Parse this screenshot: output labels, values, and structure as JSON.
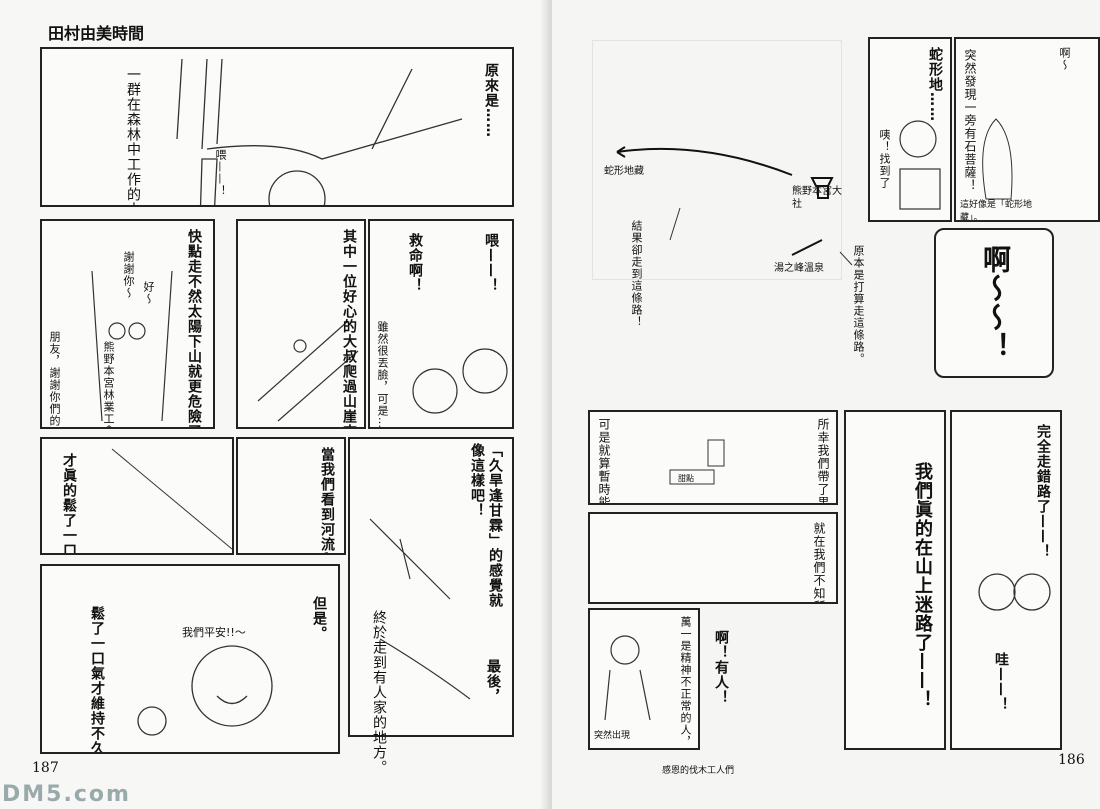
{
  "header": {
    "title": "田村由美時間"
  },
  "left_page": {
    "page_number": "187",
    "panels": [
      {
        "texts": [
          "原來是……",
          "一群在森林中工作的大叔！",
          "喂——！"
        ]
      },
      {
        "texts": [
          "快點走不然太陽下山就更危險了！",
          "好～",
          "謝謝你～",
          "熊野本宮林業工會的",
          "朋友，謝謝你們的幫忙——！"
        ]
      },
      {
        "texts": [
          "其中一位好心的大叔爬過山崖來告訴我們怎樣走。"
        ]
      },
      {
        "texts": [
          "喂——！",
          "救命啊！",
          "雖然很丟臉，可是……"
        ]
      },
      {
        "texts": [
          "才眞的鬆了一口氣。"
        ]
      },
      {
        "texts": [
          "當我們看到河流和水泥橋，"
        ]
      },
      {
        "texts": [
          "「久旱逢甘霖」的感覺就像這樣吧！"
        ]
      },
      {
        "texts": [
          "鬆了一口氣才維持不久。",
          "我們平安!!～",
          "但是。"
        ]
      },
      {
        "texts": [
          "最後，",
          "終於走到有人家的地方。"
        ]
      }
    ]
  },
  "right_page": {
    "page_number": "186",
    "map": {
      "texts": [
        "蛇形地藏",
        "熊野本宮大社",
        "湯之峰溫泉",
        "結果卻走到這條路！",
        "原本是打算走這條路。"
      ]
    },
    "panels": [
      {
        "texts": [
          "蛇形地……",
          "咦！找到了"
        ]
      },
      {
        "texts": [
          "突然發現一旁有石菩薩！",
          "這好像是「蛇形地藏」。"
        ]
      },
      {
        "texts": [
          "啊～"
        ]
      },
      {
        "texts": [
          "啊～～！"
        ]
      },
      {
        "texts": [
          "所幸我們帶了果汁以及中途買的甜點。",
          "可是就算暫時能止飢，接下來該怎麼辦呢？",
          "甜點"
        ]
      },
      {
        "texts": [
          "我們眞的在山上迷路了——！"
        ]
      },
      {
        "texts": [
          "完全走錯路了——！",
          "哇——！"
        ]
      },
      {
        "texts": [
          "就在我們不知所措時，突然傳來機器的聲音……"
        ]
      },
      {
        "texts": [
          "萬一是精神不正常的人，那麼辦？",
          "突然出現"
        ]
      },
      {
        "texts": [
          "啊！有人！"
        ]
      },
      {
        "texts": [
          "感恩的伐木工人們"
        ]
      }
    ]
  },
  "watermark": "DM5.com"
}
